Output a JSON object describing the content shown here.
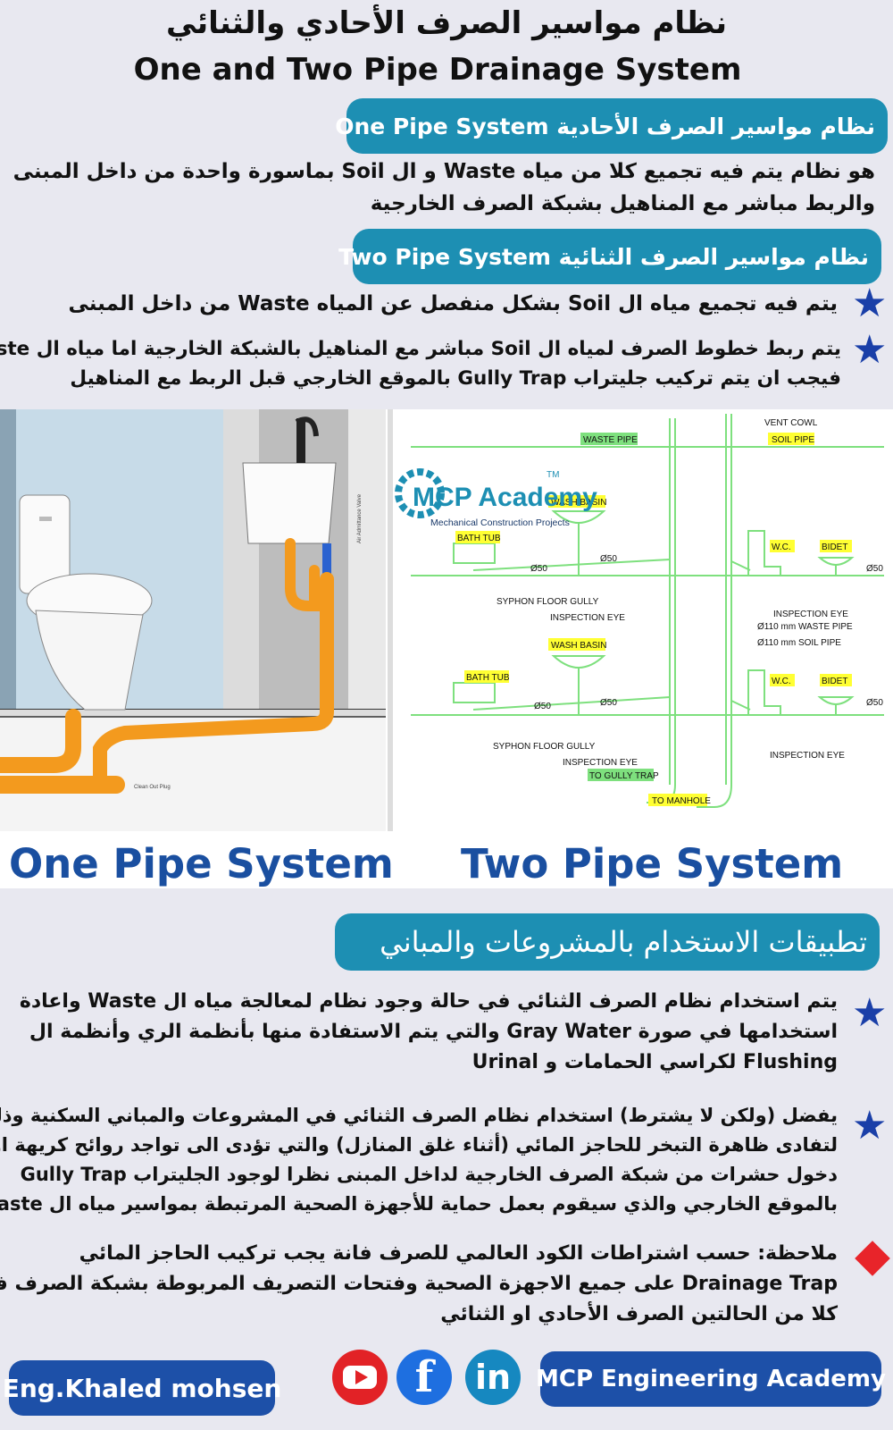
{
  "header": {
    "title_ar": "نظام مواسير الصرف الأحادي والثنائي",
    "title_en": "One and Two Pipe Drainage System"
  },
  "one_pipe": {
    "heading": "نظام مواسير الصرف الأحادية One Pipe System",
    "lines": [
      "هو نظام يتم فيه تجميع كلا من مياه Waste و ال Soil بماسورة واحدة من داخل المبنى",
      "والربط مباشر مع المناهيل بشبكة الصرف الخارجية"
    ]
  },
  "two_pipe": {
    "heading": "نظام مواسير الصرف الثنائية Two Pipe System",
    "point1": "يتم فيه تجميع مياه ال Soil بشكل منفصل عن المياه Waste من داخل المبنى",
    "point2_lines": [
      "يتم ربط خطوط الصرف لمياه ال Soil مباشر مع المناهيل بالشبكة الخارجية اما مياه ال Waste",
      "فيجب ان يتم تركيب جليتراب  Gully Trap  بالموقع الخارجي قبل الربط مع المناهيل"
    ]
  },
  "figure": {
    "left_caption": "One Pipe System",
    "right_caption": "Two Pipe System",
    "left_small_labels": {
      "air_valve": "Air Admittance Valve",
      "clean_out": "Clean Out Plug"
    },
    "logo": {
      "name": "MCP Academy",
      "tm": "TM",
      "subtitle": "Mechanical Construction Projects"
    },
    "labels": {
      "vent_cowl": "VENT COWL",
      "waste_pipe": "WASTE PIPE",
      "soil_pipe": "SOIL PIPE",
      "wash_basin": "WASH BASIN",
      "bath_tub": "BATH TUB",
      "wc": "W.C.",
      "bidet": "BIDET",
      "d50": "Ø50",
      "syphon_floor_gully": "SYPHON FLOOR GULLY",
      "inspection_eye": "INSPECTION EYE",
      "inspection_eye_caps": "INSPECTION EYE",
      "waste_110": "Ø110 mm WASTE PIPE",
      "soil_110": "Ø110 mm SOIL PIPE",
      "to_gully_trap": "TO GULLY TRAP",
      "to_manhole": "TO MANHOLE"
    }
  },
  "applications": {
    "heading": "تطبيقات الاستخدام بالمشروعات والمباني",
    "point1_lines": [
      "يتم استخدام نظام الصرف الثنائي في حالة وجود نظام لمعالجة مياه ال Waste واعادة",
      "استخدامها في صورة Gray Water والتي يتم الاستفادة منها بأنظمة الري وأنظمة ال",
      "Flushing لكراسي الحمامات و Urinal"
    ],
    "point2_lines": [
      "يفضل (ولكن لا يشترط) استخدام نظام الصرف الثنائي في المشروعات والمباني السكنية وذلك",
      "لتفادى ظاهرة التبخر للحاجز المائي (أثناء غلق المنازل) والتي تؤدى الى تواجد روائح كريهة او",
      "دخول حشرات من شبكة الصرف الخارجية لداخل المبنى نظرا لوجود الجليتراب Gully Trap",
      "بالموقع الخارجي والذي سيقوم بعمل حماية للأجهزة الصحية المرتبطة بمواسير مياه ال Waste"
    ],
    "note_lines": [
      "ملاحظة: حسب اشتراطات الكود العالمي للصرف فانة يجب تركيب الحاجز المائي",
      "Drainage Trap على جميع الاجهزة الصحية وفتحات التصريف المربوطة بشبكة الصرف في",
      "كلا من الحالتين الصرف الأحادي او الثنائي"
    ]
  },
  "footer": {
    "author": "Eng.Khaled mohsen",
    "academy": "MCP Engineering Academy",
    "social": {
      "facebook_glyph": "f",
      "linkedin_glyph": "in"
    }
  },
  "colors": {
    "accent": "#1d8fb3",
    "footer_blue": "#1d50a8",
    "star_blue": "#1a3fa8",
    "note_red": "#e8242a",
    "pipe_orange": "#f39a1e",
    "drawing_green": "#7ee07e",
    "label_yellow": "#ffff33"
  },
  "icons": [
    "star-icon",
    "diamond-icon",
    "youtube-icon",
    "facebook-icon",
    "linkedin-icon"
  ]
}
